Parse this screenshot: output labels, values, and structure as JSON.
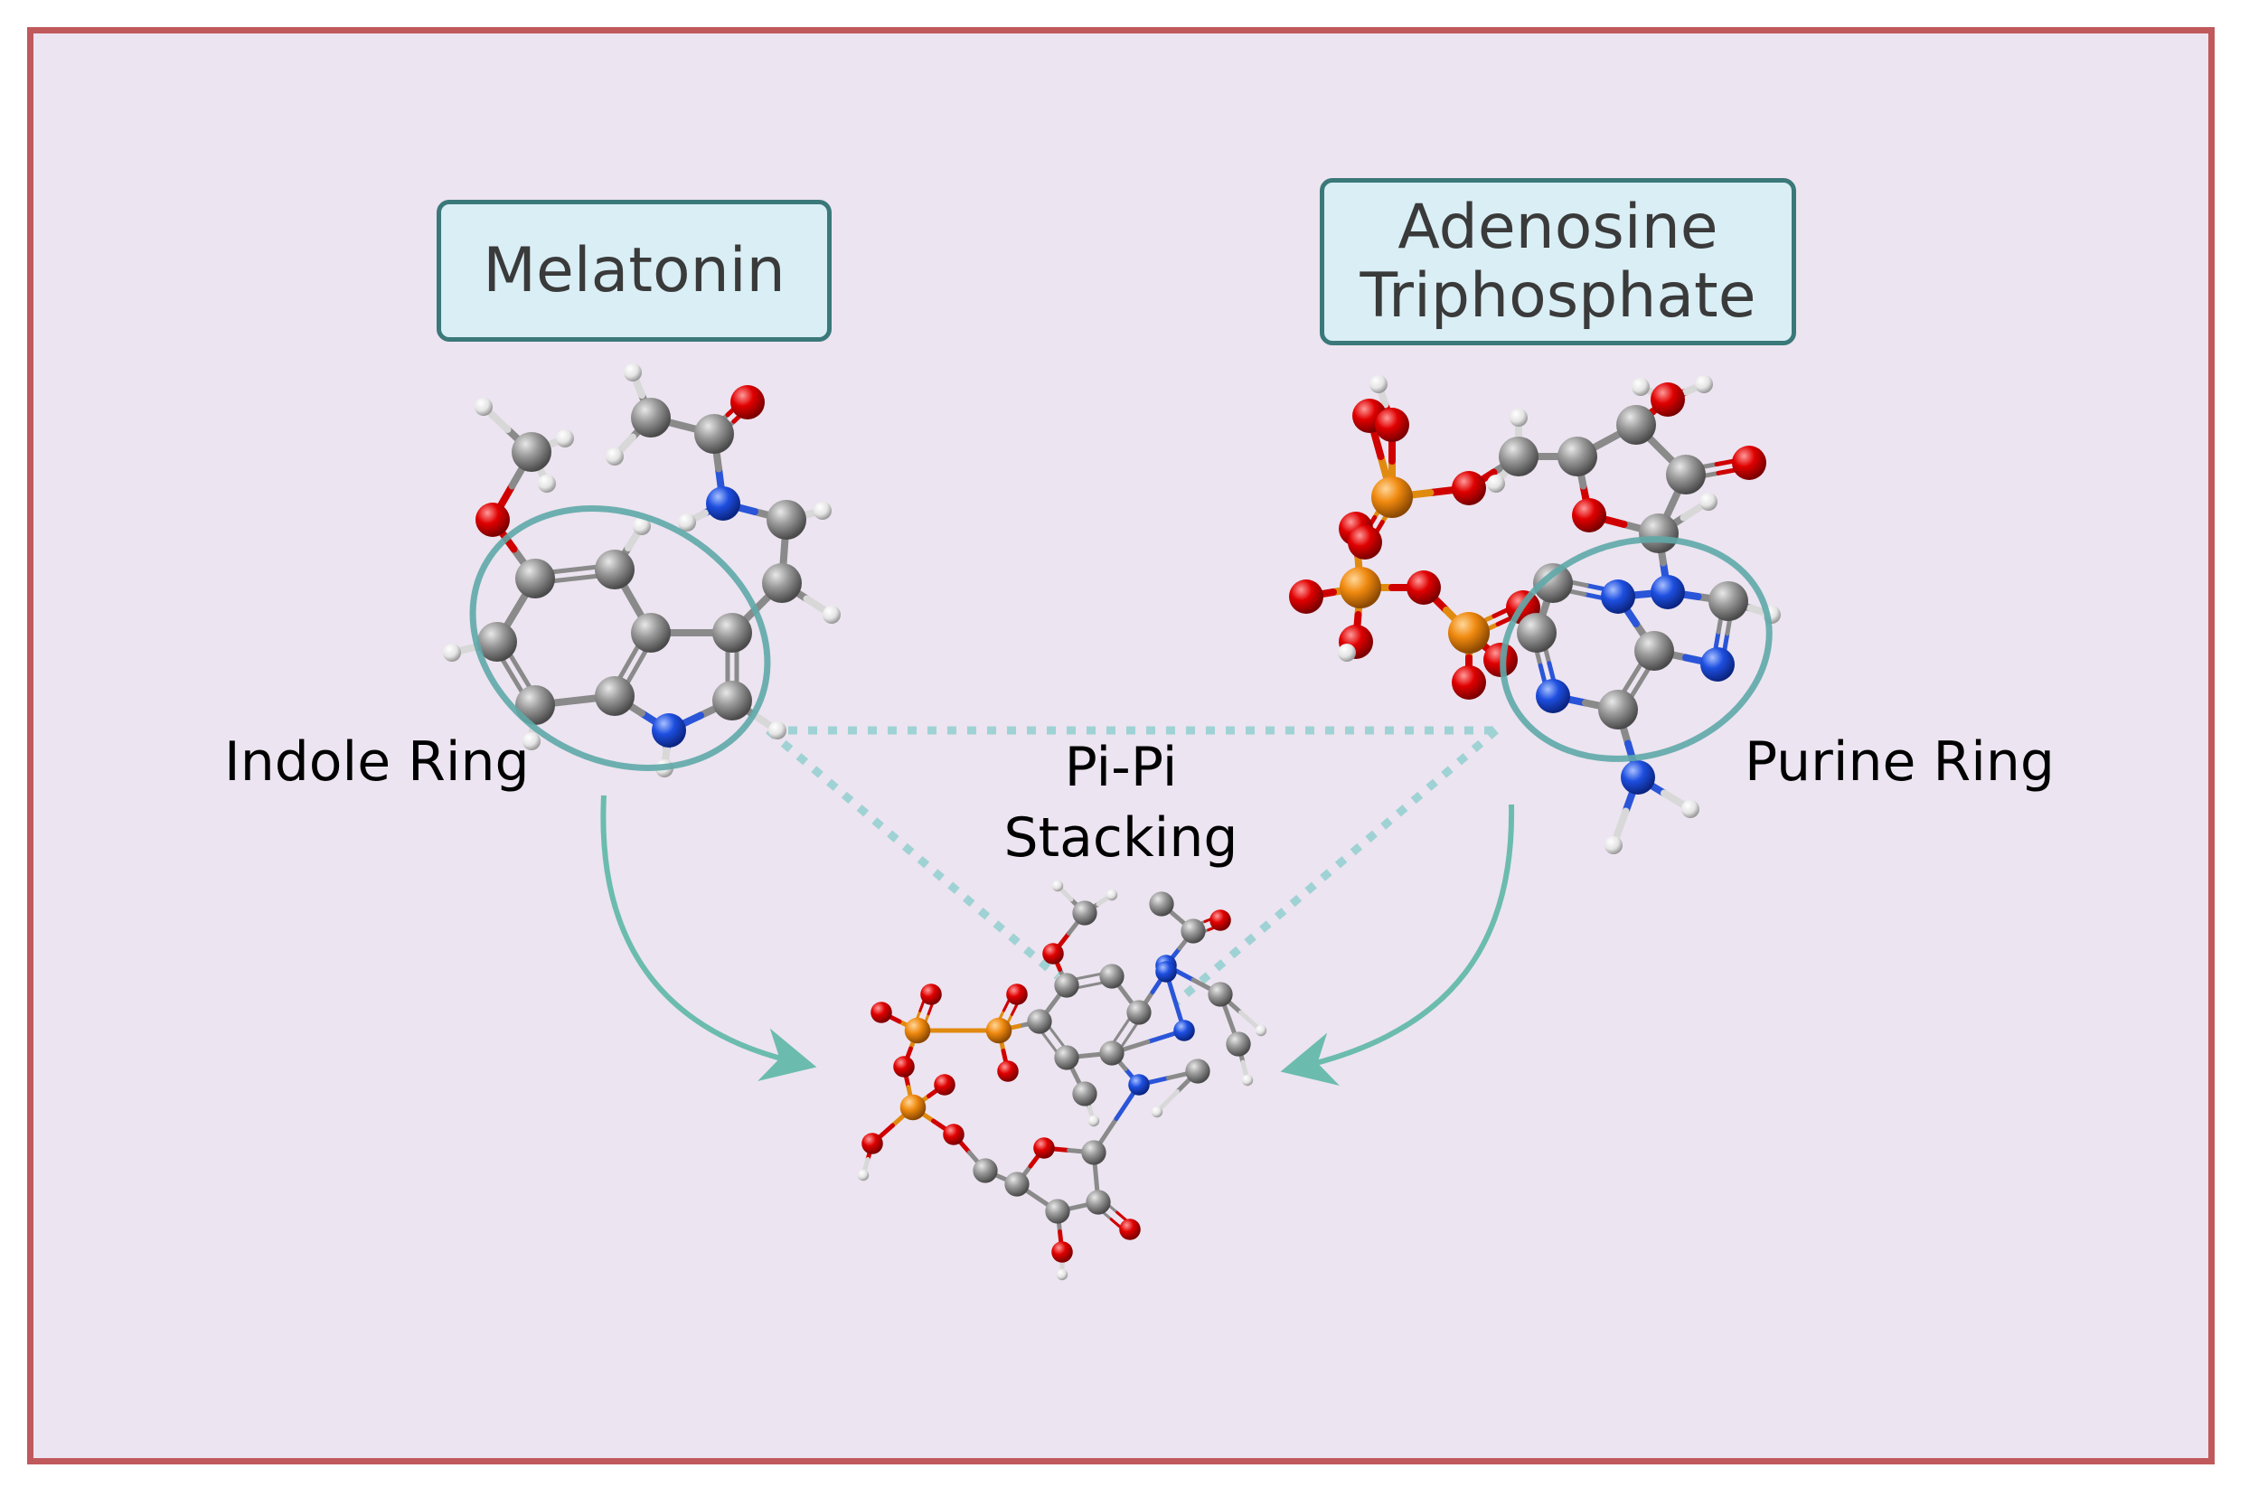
{
  "melatonin_title": "Melatonin",
  "atp_title_line1": "Adenosine",
  "atp_title_line2": "Triphosphate",
  "indole_label": "Indole Ring",
  "purine_label": "Purine Ring",
  "pipi_line1": "Pi-Pi",
  "pipi_line2": "Stacking",
  "colors": {
    "frame_border": "#c0595c",
    "background": "#ece4f0",
    "title_fill": "#d9eef5",
    "title_border": "#3b7879",
    "ring_highlight": "#5fa8a8",
    "arrow": "#6bbcae",
    "carbon": "#8a8a8a",
    "oxygen": "#e00000",
    "nitrogen": "#1e4fe0",
    "phosphorus": "#f08a10",
    "hydrogen": "#e6e6e6"
  }
}
